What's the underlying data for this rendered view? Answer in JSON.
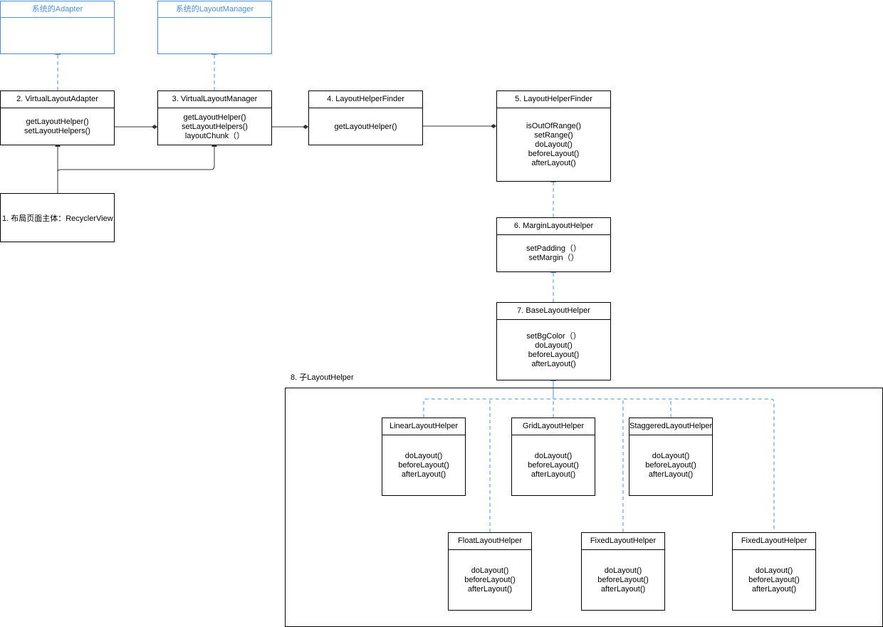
{
  "sys_adapter": {
    "title": "系统的Adapter"
  },
  "sys_layout_manager": {
    "title": "系统的LayoutManager"
  },
  "virtual_layout_adapter": {
    "title": "2. VirtualLayoutAdapter",
    "methods": [
      "getLayoutHelper()",
      "setLayoutHelpers()"
    ]
  },
  "virtual_layout_manager": {
    "title": "3. VirtualLayoutManager",
    "methods": [
      "getLayoutHelper()",
      "setLayoutHelpers()",
      "layoutChunk（）"
    ]
  },
  "layout_helper_finder_4": {
    "title": "4. LayoutHelperFinder",
    "methods": [
      "getLayoutHelper()"
    ]
  },
  "layout_helper_finder_5": {
    "title": "5. LayoutHelperFinder",
    "methods": [
      "isOutOfRange()",
      "setRange()",
      "doLayout()",
      "beforeLayout()",
      "afterLayout()"
    ]
  },
  "recycler_view": {
    "label": "1. 布局页面主体：RecyclerView"
  },
  "margin_layout_helper": {
    "title": "6. MarginLayoutHelper",
    "methods": [
      "setPadding（）",
      "setMargin（）"
    ]
  },
  "base_layout_helper": {
    "title": "7. BaseLayoutHelper",
    "methods": [
      "setBgColor（）",
      "doLayout()",
      "beforeLayout()",
      "afterLayout()"
    ]
  },
  "sub_group": {
    "label": "8. 子LayoutHelper"
  },
  "linear_layout_helper": {
    "title": "LinearLayoutHelper",
    "methods": [
      "doLayout()",
      "beforeLayout()",
      "afterLayout()"
    ]
  },
  "grid_layout_helper": {
    "title": "GridLayoutHelper",
    "methods": [
      "doLayout()",
      "beforeLayout()",
      "afterLayout()"
    ]
  },
  "staggered_layout_helper": {
    "title": "StaggeredLayoutHelper",
    "methods": [
      "doLayout()",
      "beforeLayout()",
      "afterLayout()"
    ]
  },
  "float_layout_helper": {
    "title": "FloatLayoutHelper",
    "methods": [
      "doLayout()",
      "beforeLayout()",
      "afterLayout()"
    ]
  },
  "fixed_layout_helper_1": {
    "title": "FixedLayoutHelper",
    "methods": [
      "doLayout()",
      "beforeLayout()",
      "afterLayout()"
    ]
  },
  "fixed_layout_helper_2": {
    "title": "FixedLayoutHelper",
    "methods": [
      "doLayout()",
      "beforeLayout()",
      "afterLayout()"
    ]
  },
  "colors": {
    "line": "#000000",
    "accent": "#4a90d9"
  }
}
